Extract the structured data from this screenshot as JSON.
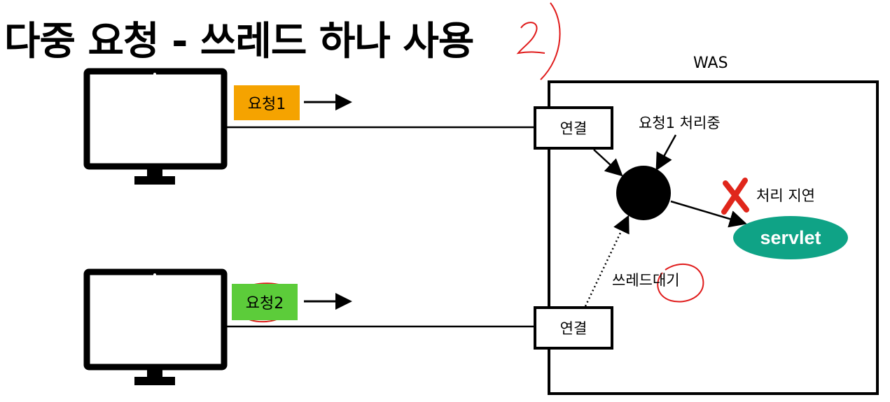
{
  "title": "다중 요청 - 쓰레드 하나 사용",
  "annotation_number": "2)",
  "was_label": "WAS",
  "requests": [
    {
      "label": "요청1",
      "color": "#f5a300"
    },
    {
      "label": "요청2",
      "color": "#5ccc3a"
    }
  ],
  "connection_label": "연결",
  "thread_status": "요청1 처리중",
  "delay_label": "처리 지연",
  "servlet_label": "servlet",
  "thread_wait_prefix": "쓰레드",
  "thread_wait_highlight": "대기",
  "colors": {
    "servlet": "#0fa386",
    "annotation_red": "#e01b1b",
    "x_mark": "#e0261b"
  }
}
